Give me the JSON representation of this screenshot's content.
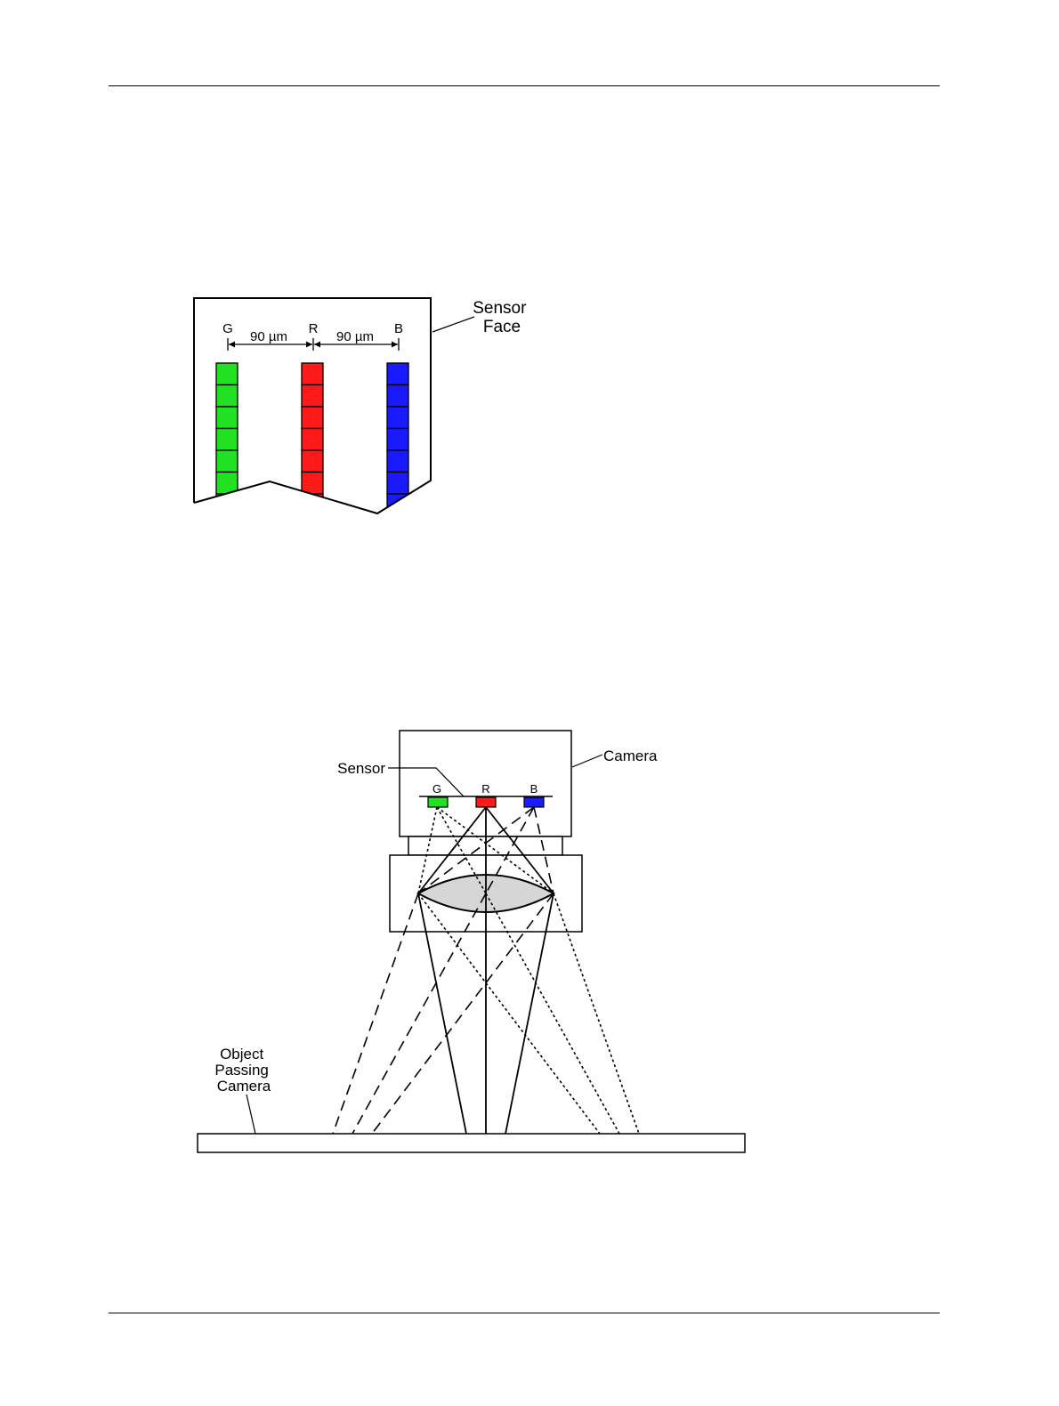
{
  "sensor_face": {
    "title": "Sensor\nFace",
    "channels": [
      {
        "label": "G",
        "color": "#22e022"
      },
      {
        "label": "R",
        "color": "#ff1a1a"
      },
      {
        "label": "B",
        "color": "#1a1aff"
      }
    ],
    "spacing_labels": [
      "90 µm",
      "90 µm"
    ]
  },
  "camera_diagram": {
    "camera_label": "Camera",
    "sensor_label": "Sensor",
    "channel_labels": [
      "G",
      "R",
      "B"
    ],
    "object_label": "Object\nPassing\nCamera",
    "colors": {
      "green": "#22e022",
      "red": "#ff1a1a",
      "blue": "#1a1aff",
      "lens_fill": "#d6d6d6"
    }
  }
}
